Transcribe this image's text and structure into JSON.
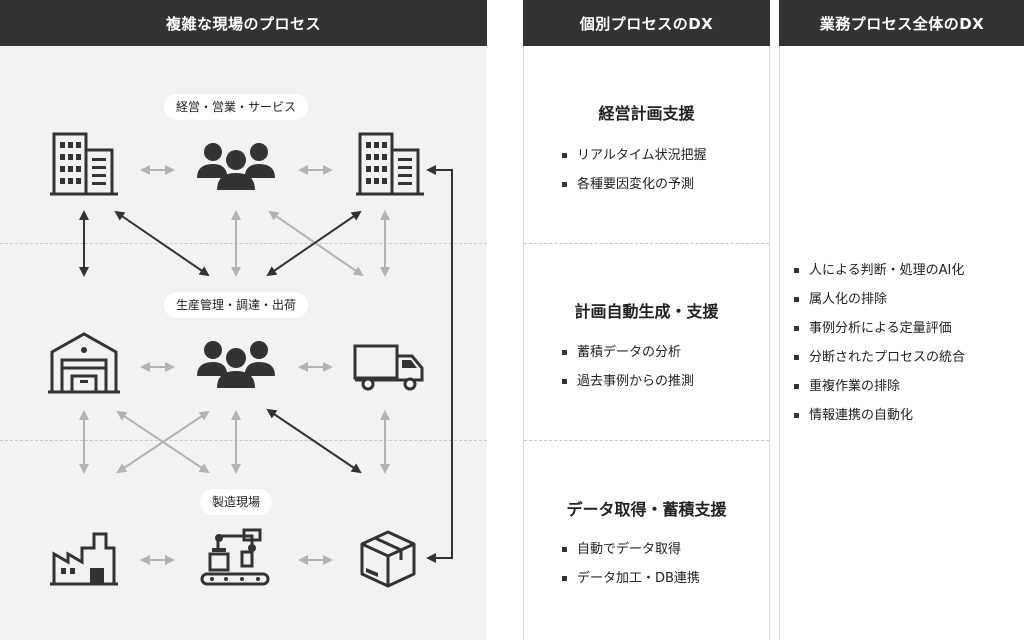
{
  "left_panel": {
    "header": "複雑な現場のプロセス",
    "layers": {
      "management": "経営・営業・サービス",
      "production": "生産管理・調達・出荷",
      "factory": "製造現場"
    },
    "icons": {
      "row1": [
        "office-building-icon",
        "people-group-icon",
        "office-building-icon"
      ],
      "row2": [
        "warehouse-icon",
        "people-group-icon",
        "delivery-truck-icon"
      ],
      "row3": [
        "factory-icon",
        "robot-arm-conveyor-icon",
        "package-box-icon"
      ]
    },
    "colors": {
      "dark_arrow": "#333333",
      "light_arrow": "#b3b3b3",
      "background": "#f2f2f2"
    }
  },
  "middle_panel": {
    "header": "個別プロセスのDX",
    "sections": [
      {
        "title": "経営計画支援",
        "items": [
          "リアルタイム状況把握",
          "各種要因変化の予測"
        ]
      },
      {
        "title": "計画自動生成・支援",
        "items": [
          "蓄積データの分析",
          "過去事例からの推測"
        ]
      },
      {
        "title": "データ取得・蓄積支援",
        "items": [
          "自動でデータ取得",
          "データ加工・DB連携"
        ]
      }
    ]
  },
  "right_panel": {
    "header": "業務プロセス全体のDX",
    "items": [
      "人による判断・処理のAI化",
      "属人化の排除",
      "事例分析による定量評価",
      "分断されたプロセスの統合",
      "重複作業の排除",
      "情報連携の自動化"
    ]
  },
  "theme": {
    "header_bg": "#333333",
    "header_fg": "#ffffff"
  }
}
